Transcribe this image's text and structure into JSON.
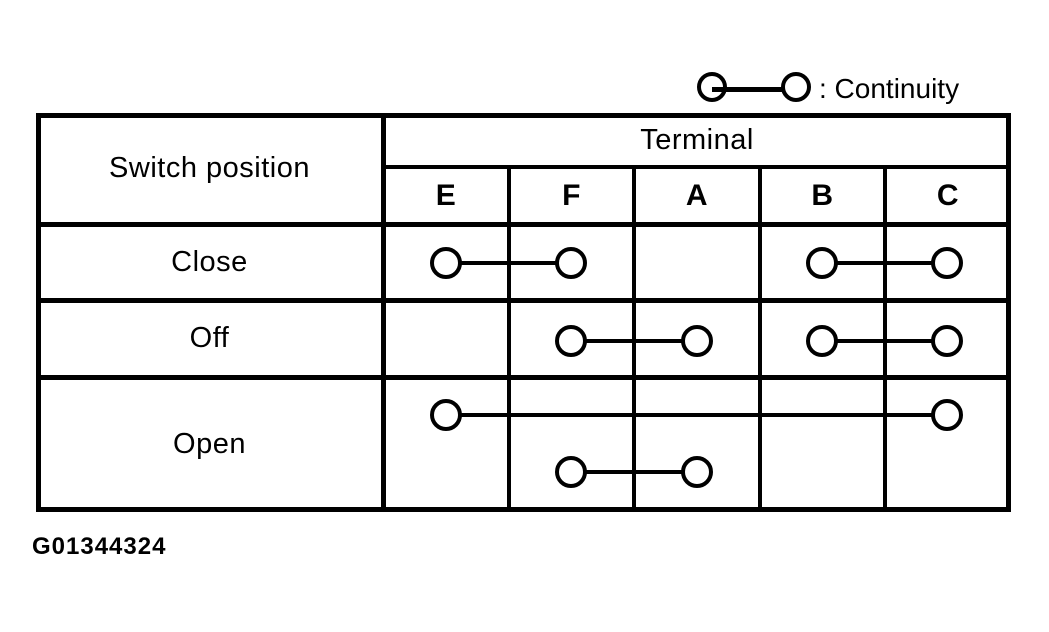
{
  "legend": {
    "symbol": "continuity-symbol",
    "label": ": Continuity"
  },
  "table": {
    "header": {
      "switch_position": "Switch position",
      "terminal": "Terminal"
    },
    "terminals": [
      "E",
      "F",
      "A",
      "B",
      "C"
    ],
    "rows": [
      {
        "label": "Close",
        "connections": [
          [
            "E",
            "F"
          ],
          [
            "B",
            "C"
          ]
        ]
      },
      {
        "label": "Off",
        "connections": [
          [
            "F",
            "A"
          ],
          [
            "B",
            "C"
          ]
        ]
      },
      {
        "label": "Open",
        "connections": [
          [
            "E",
            "C"
          ],
          [
            "F",
            "A"
          ]
        ]
      }
    ]
  },
  "figure_id": "G01344324",
  "colors": {
    "ink": "#000000",
    "background": "#ffffff"
  }
}
